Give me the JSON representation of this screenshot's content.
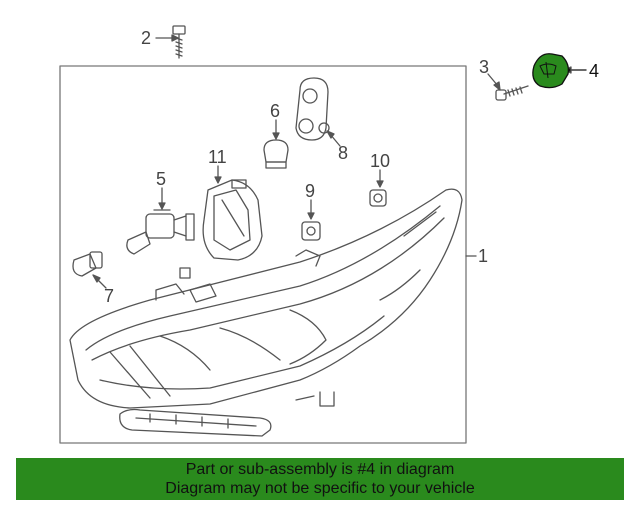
{
  "diagram": {
    "highlight_color": "#2a8a1d",
    "callouts": {
      "c1": "1",
      "c2": "2",
      "c3": "3",
      "c4": "4",
      "c5": "5",
      "c6": "6",
      "c7": "7",
      "c8": "8",
      "c9": "9",
      "c10": "10",
      "c11": "11"
    },
    "highlighted_part": "4"
  },
  "banner": {
    "line1": "Part or sub-assembly is #4 in diagram",
    "line2": "Diagram may not be specific to your vehicle",
    "background": "#2a8a1d"
  }
}
